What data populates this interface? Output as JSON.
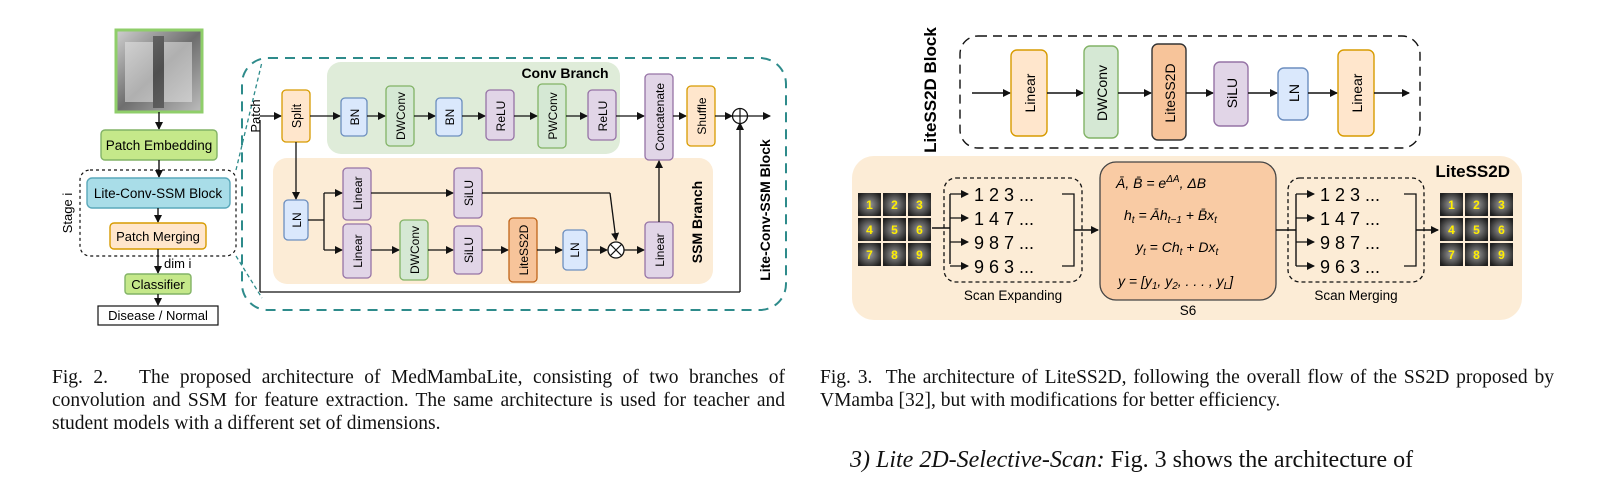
{
  "fig2": {
    "input": "Patch Embedding",
    "block": "Lite-Conv-SSM Block",
    "merging": "Patch Merging",
    "stage": "Stage i",
    "dim": "dim i",
    "classifier": "Classifier",
    "output": "Disease / Normal",
    "patch": "Patch",
    "split": "Split",
    "conv_branch_title": "Conv Branch",
    "ssm_branch_title": "SSM Branch",
    "block_title": "Lite-Conv-SSM Block",
    "conv_ops": [
      "BN",
      "DWConv",
      "BN",
      "ReLU",
      "PWConv",
      "ReLU"
    ],
    "concat": "Concatenate",
    "shuffle": "Shuffle",
    "ln": "LN",
    "ssm_top": [
      "Linear",
      "SiLU"
    ],
    "ssm_bottom": [
      "Linear",
      "DWConv",
      "SiLU",
      "LiteSS2D",
      "LN"
    ],
    "ssm_out": "Linear"
  },
  "fig3": {
    "block_label": "LiteSS2D Block",
    "block_ops": [
      "Linear",
      "DWConv",
      "LiteSS2D",
      "SiLU",
      "LN",
      "Linear"
    ],
    "lite_title": "LiteSS2D",
    "scan_rows": [
      "1 2 3 ...",
      "1 4 7 ...",
      "9 8 7 ...",
      "9 6 3 ..."
    ],
    "scan_expanding": "Scan Expanding",
    "scan_merging": "Scan Merging",
    "s6": "S6",
    "grid": [
      "1",
      "2",
      "3",
      "4",
      "5",
      "6",
      "7",
      "8",
      "9"
    ]
  },
  "captions": {
    "fig2_label": "Fig. 2.",
    "fig2_text": "The proposed architecture of MedMambaLite, consisting of two branches of convolution and SSM for feature extraction. The same architecture is used for teacher and student models with a different set of dimensions.",
    "fig3_label": "Fig. 3.",
    "fig3_text": "The architecture of LiteSS2D, following the overall flow of the SS2D proposed by VMamba [32], but with modifications for better efficiency."
  },
  "section": {
    "number": "3)",
    "title": "Lite 2D-Selective-Scan:",
    "text": "Fig. 3 shows the architecture of"
  },
  "colors": {
    "green": "#d5e8d4",
    "green_stroke": "#82b366",
    "blue": "#dae8fc",
    "blue_stroke": "#6c8ebf",
    "purple": "#e1d5e7",
    "purple_stroke": "#9673a6",
    "orange": "#ffe6cc",
    "orange_stroke": "#d79b00",
    "lime": "#c5e88a",
    "cyan": "#a9dde8",
    "teal": "#2e8b8b"
  }
}
